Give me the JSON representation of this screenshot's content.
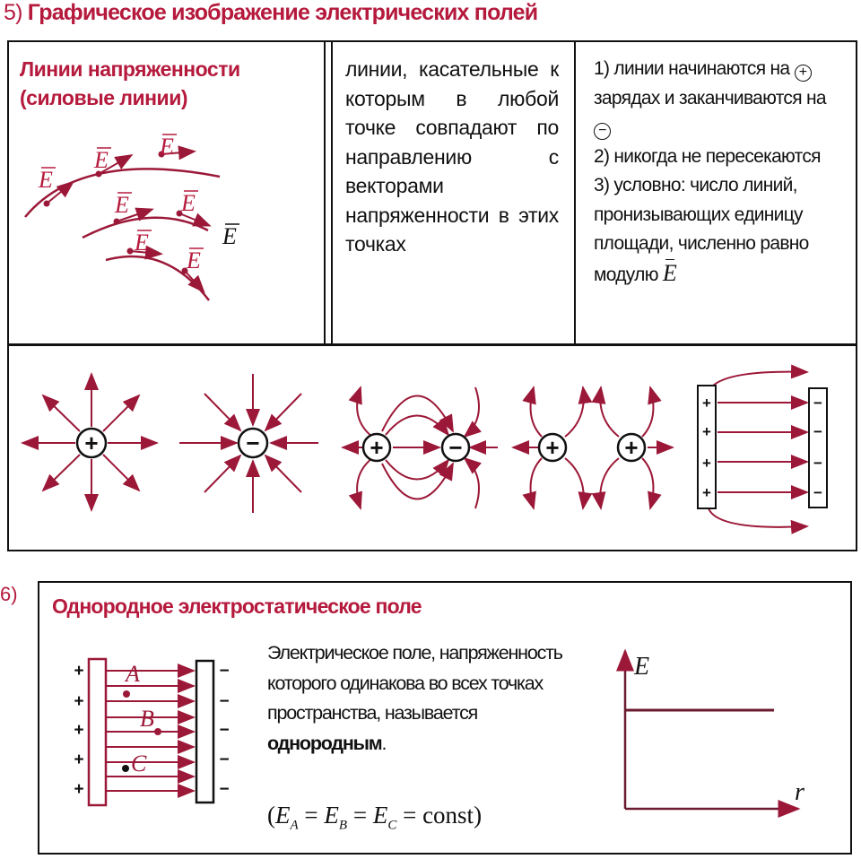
{
  "section5": {
    "number": "5)",
    "title": "Графическое изображение электрических полей",
    "col1_title_line1": "Линии напряженности",
    "col1_title_line2": "(силовые линии)",
    "vector_label": "E",
    "col2_text": "линии, касательные к которым в любой точке совпадают по направлению с векторами напряженности в этих точках",
    "col3": {
      "p1_a": "1) линии начинаются на",
      "p1_b": "зарядах и заканчиваются на",
      "plus": "+",
      "minus": "−",
      "p2": "2) никогда не пересекаются",
      "p3": "3) условно: число линий, пронизывающих единицу площади, численно равно модулю"
    },
    "diagram_signs": {
      "plus": "+",
      "minus": "−"
    }
  },
  "section6": {
    "number": "6)",
    "title": "Однородное электростатическое поле",
    "text_a": "Электрическое поле, напряженность которого одинакова во всех точках пространства, называется ",
    "text_bold": "однородным",
    "text_end": ".",
    "points": [
      "A",
      "B",
      "C"
    ],
    "formula": {
      "open": "(",
      "E": "E",
      "subA": "A",
      "subB": "B",
      "subC": "C",
      "eq": " = ",
      "const": "const",
      "close": ")"
    },
    "graph": {
      "y_label": "E",
      "x_label": "r"
    }
  },
  "colors": {
    "accent": "#b51a3d",
    "lines": "#9c1838"
  }
}
